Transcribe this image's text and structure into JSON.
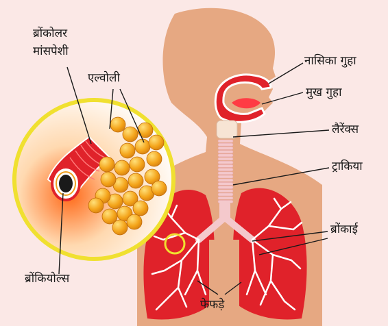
{
  "labels": {
    "bronchiolar_muscle_line1": "ब्रोंकोलर",
    "bronchiolar_muscle_line2": "मांसपेशी",
    "alveoli": "एल्वोली",
    "nasal_cavity": "नासिका गुहा",
    "oral_cavity": "मुख गुहा",
    "larynx": "लैरेंक्स",
    "trachea": "ट्राकिया",
    "bronchi": "ब्रोंकाई",
    "bronchioles": "ब्रोंकियोल्स",
    "lungs": "फेफड़े"
  },
  "colors": {
    "background": "#fbe8e6",
    "skin": "#e6a882",
    "lung": "#e0222a",
    "bronchial_tree": "#ffffff",
    "trachea": "#f4c9cc",
    "inset_border": "#f0e030",
    "alveoli": "#f2a41c"
  }
}
